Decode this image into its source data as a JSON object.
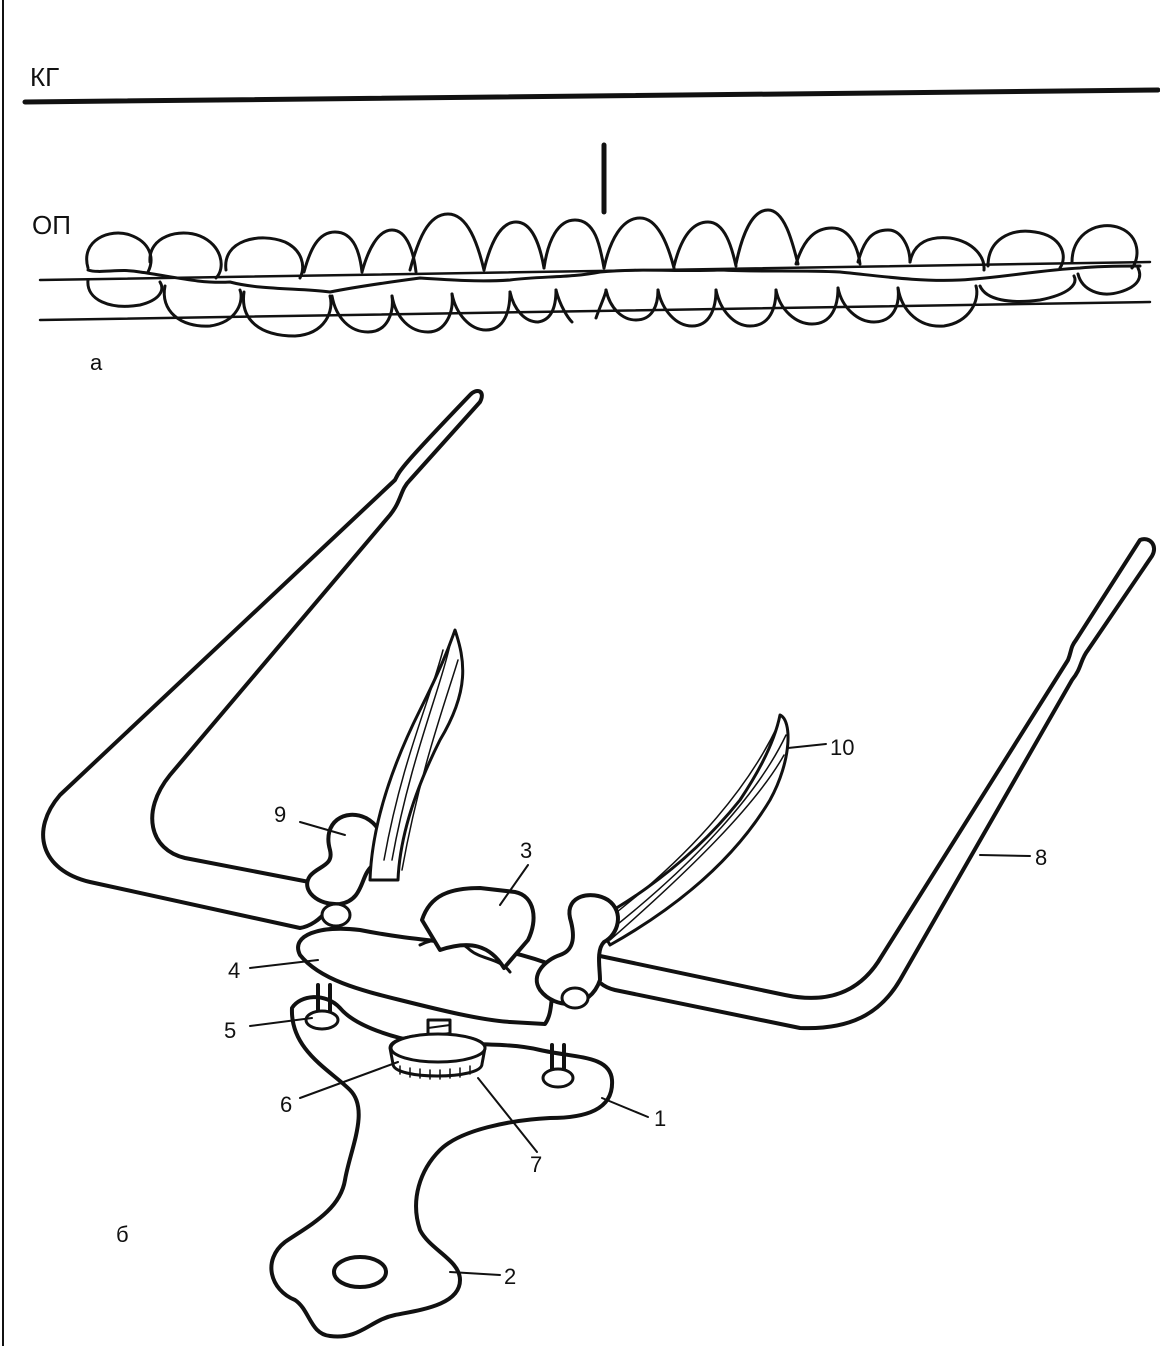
{
  "panel_a": {
    "panel_label": "а",
    "line_top_label": "КГ",
    "line_occlusal_label": "ОП"
  },
  "panel_b": {
    "panel_label": "б",
    "part_labels": [
      "1",
      "2",
      "3",
      "4",
      "5",
      "6",
      "7",
      "8",
      "9",
      "10"
    ]
  }
}
